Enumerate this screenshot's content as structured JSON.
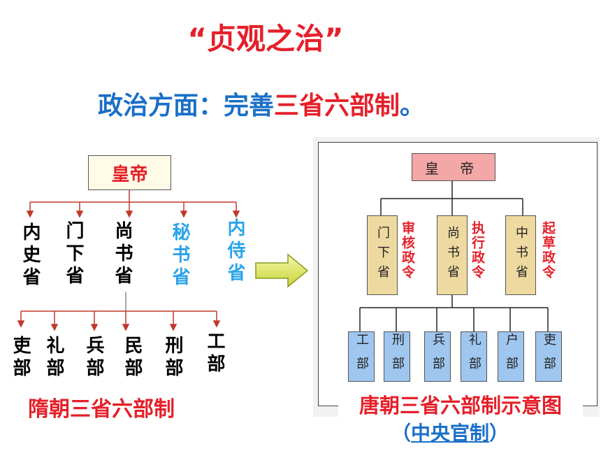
{
  "title": "“贞观之治”",
  "subtitle": {
    "part1": "政治方面：完善",
    "part2": "三省六部制",
    "part3": "。"
  },
  "sui": {
    "emperor": "皇帝",
    "provinces": [
      {
        "label": "内史省",
        "color": "#000000"
      },
      {
        "label": "门下省",
        "color": "#000000"
      },
      {
        "label": "尚书省",
        "color": "#000000"
      },
      {
        "label": "秘书省",
        "color": "#2aa3e8"
      },
      {
        "label": "内侍省",
        "color": "#2aa3e8"
      }
    ],
    "departments": [
      "吏部",
      "礼部",
      "兵部",
      "民部",
      "刑部",
      "工部"
    ],
    "caption": "隋朝三省六部制"
  },
  "tang": {
    "emperor": "皇 帝",
    "provinces": [
      "门下省",
      "尚书省",
      "中书省"
    ],
    "functions": [
      "审核政令",
      "执行政令",
      "起草政令"
    ],
    "departments": [
      "工部",
      "刑部",
      "兵部",
      "礼部",
      "户部",
      "吏部"
    ],
    "caption": "唐朝三省六部制示意图",
    "sub_open": "（",
    "sub_text": "中央官制",
    "sub_close": "）"
  },
  "colors": {
    "red": "#e5202a",
    "blue": "#1a6fc7",
    "light_blue": "#2aa3e8",
    "line_red": "#c0392b"
  }
}
